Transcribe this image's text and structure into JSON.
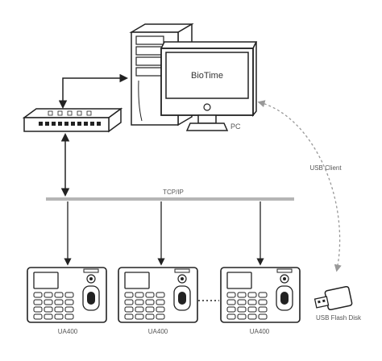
{
  "pc": {
    "screen_text": "BioTime",
    "label": "PC"
  },
  "network": {
    "bus_label": "TCP/IP"
  },
  "usb": {
    "link_label": "USB Client",
    "drive_label": "USB Flash Disk"
  },
  "devices": [
    {
      "label": "UA400"
    },
    {
      "label": "UA400"
    },
    {
      "label": "UA400"
    }
  ],
  "colors": {
    "line": "#222222",
    "bus": "#b5b5b5",
    "dashed": "#999999"
  }
}
